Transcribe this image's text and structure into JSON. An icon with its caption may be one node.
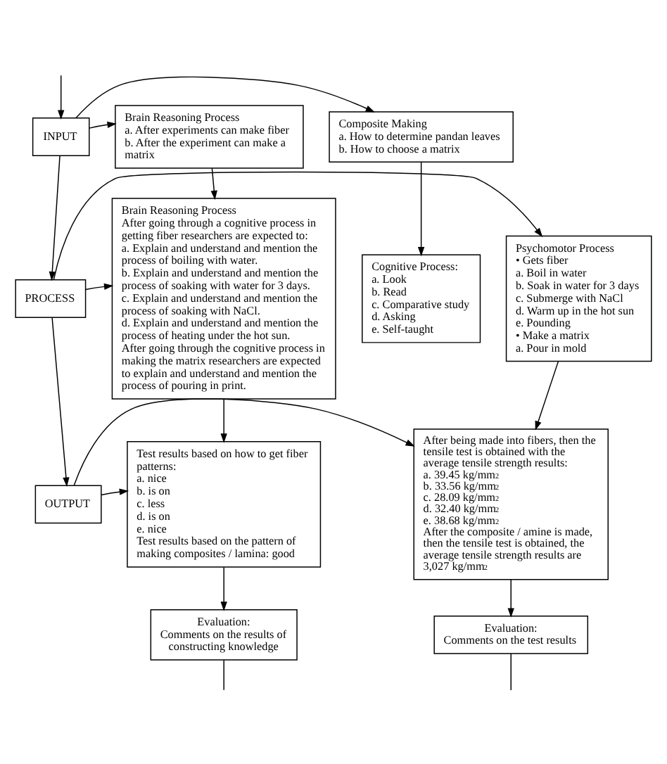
{
  "diagram": {
    "nodes": [
      {
        "text": [
          "INPUT"
        ]
      },
      {
        "text": [
          "Composite Making",
          "a. How to determine pandan leaves",
          "b. How to choose a matrix"
        ]
      },
      {
        "text": [
          "Brain Reasoning Process",
          "a. After experiments can make fiber",
          "b. After the experiment can make a matrix"
        ]
      },
      {
        "text": [
          "Cognitive Process:",
          "a. Look",
          "b. Read",
          "c. Comparative study",
          "d. Asking",
          "e. Self-taught"
        ]
      },
      {
        "text": [
          "PROCESS"
        ]
      },
      {
        "text": [
          "Brain Reasoning Process",
          "After going through a cognitive process in getting fiber researchers are expected to:",
          "a. Explain and understand and mention the process of boiling with water.",
          "b. Explain and understand and mention the process of soaking with water for 3 days.",
          "c. Explain and understand and mention the process of soaking with NaCl.",
          "d. Explain and understand and mention the process of heating under the hot sun.",
          "After going through the cognitive process in making the matrix researchers are expected to explain and understand and mention the process of pouring in print."
        ]
      },
      {
        "text": [
          "Psychomotor Process",
          "• Gets fiber",
          "a. Boil in water",
          "b. Soak in water for 3 days",
          "c. Submerge with NaCl",
          "d. Warm up in the hot sun",
          "e. Pounding",
          "• Make a matrix",
          "a. Pour in mold"
        ]
      },
      {
        "text": [
          "After being made into fibers, then the tensile test is obtained with the average tensile strength results:",
          "a. 39.45 kg/mm$^{2}$",
          "b. 33.56 kg/mm$^{2}$",
          "c. 28.09 kg/mm$^{2}$",
          "d. 32.40 kg/mm$^{2}$",
          "e. 38.68 kg/mm$^{2}$",
          "After the composite / amine is made, then the tensile test is obtained, the average tensile strength results are 3,027 kg/mm$^{2}$"
        ]
      },
      {
        "text": [
          "OUTPUT"
        ]
      },
      {
        "text": [
          "Test results based on how to get fiber patterns:",
          "a. nice",
          "b. is on",
          "c. less",
          "d. is on",
          "e. nice",
          "Test results based on the pattern of making composites / lamina: good"
        ]
      },
      {
        "text": [
          "Evaluation:",
          "Comments on the test results"
        ]
      },
      {
        "text": [
          "Evaluation:",
          "Comments on the results of constructing knowledge"
        ]
      }
    ],
    "edges": [
      {
        "from": null,
        "to": 0,
        "arrow": "to"
      },
      {
        "from": 0,
        "to": 1,
        "arrow": "to"
      },
      {
        "from": 0,
        "to": 2,
        "arrow": "to"
      },
      {
        "from": 0,
        "to": 4,
        "arrow": "to"
      },
      {
        "from": 1,
        "to": 3,
        "arrow": "to"
      },
      {
        "from": 2,
        "to": 5,
        "arrow": "to"
      },
      {
        "from": 4,
        "to": 6,
        "arrow": "to"
      },
      {
        "from": 4,
        "to": 5,
        "arrow": "to"
      },
      {
        "from": 4,
        "to": 8,
        "arrow": "to"
      },
      {
        "from": 6,
        "to": 7,
        "arrow": "to"
      },
      {
        "from": 5,
        "to": 9,
        "arrow": "to"
      },
      {
        "from": 8,
        "to": 7,
        "arrow": "to"
      },
      {
        "from": 8,
        "to": 9,
        "arrow": "to"
      },
      {
        "from": 7,
        "to": 10,
        "arrow": "to"
      },
      {
        "from": 9,
        "to": 11,
        "arrow": "to"
      },
      {
        "from": 10,
        "to": null,
        "arrow": "none"
      },
      {
        "from": 11,
        "to": null,
        "arrow": "none"
      }
    ]
  }
}
